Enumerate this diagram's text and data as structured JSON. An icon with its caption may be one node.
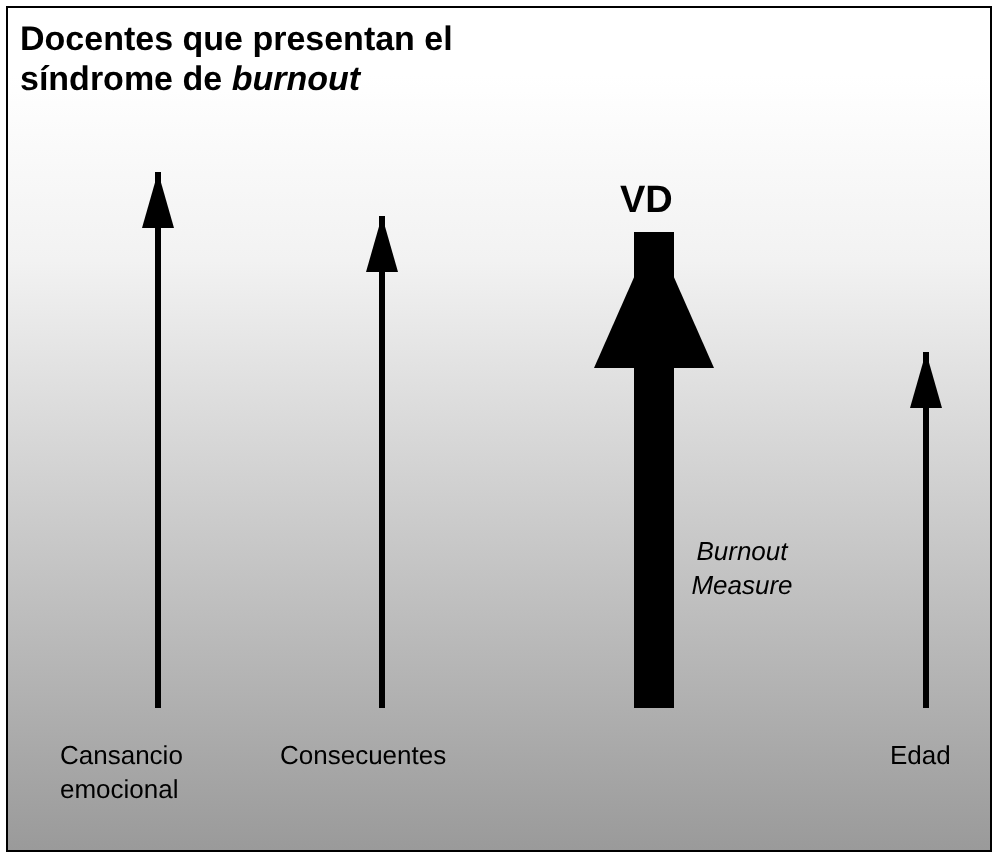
{
  "diagram": {
    "title": "Docentes que presentan el síndrome de *burnout*",
    "nodes": [
      {
        "text": [
          "Cansancio emocional"
        ]
      },
      {
        "text": [
          "Consecuentes"
        ]
      },
      {
        "text": [
          "VD"
        ]
      },
      {
        "text": [
          "Edad"
        ]
      }
    ],
    "edges": [
      {
        "from": 0,
        "to": null,
        "arrow": "to"
      },
      {
        "from": 1,
        "to": null,
        "arrow": "to"
      },
      {
        "from": null,
        "to": 2,
        "arrow": "to",
        "style": "thick",
        "label": "Burnout Measure"
      },
      {
        "from": 3,
        "to": null,
        "arrow": "to"
      }
    ]
  }
}
